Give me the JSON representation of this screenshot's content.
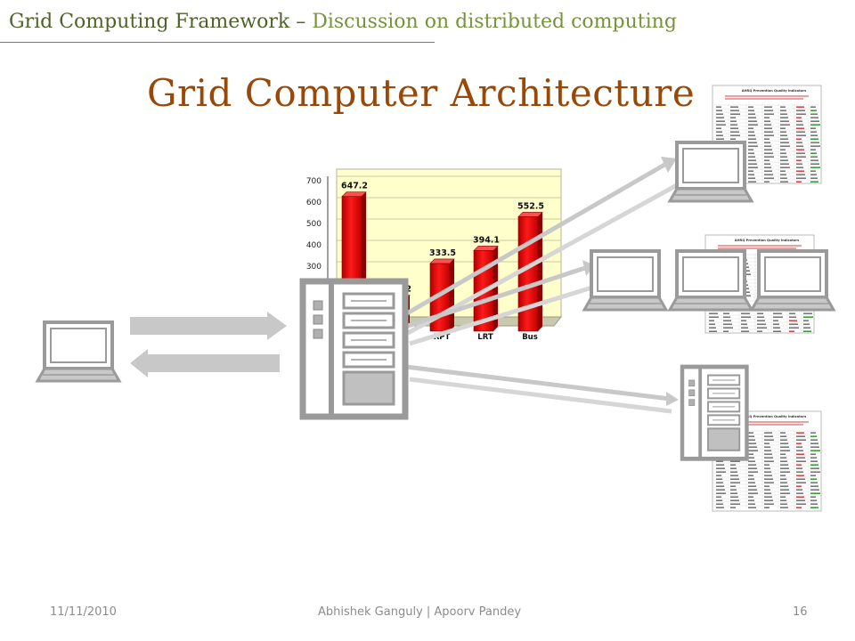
{
  "header": {
    "title": "Grid Computing Framework",
    "separator": " – ",
    "subtitle": "Discussion on distributed computing"
  },
  "slide": {
    "title": "Grid Computer Architecture"
  },
  "footer": {
    "date": "11/11/2010",
    "authors": "Abhishek Ganguly | Apoorv Pandey",
    "page": "16"
  },
  "colors": {
    "header_title": "#4f6228",
    "header_subtitle": "#77933c",
    "slide_title": "#984807",
    "device_gray": "#9a9a9a",
    "arrow_gray": "#c8c8c8",
    "bar_red": "#e00000",
    "chart_bg": "#ffffcc"
  },
  "icons": [
    "laptop-icon",
    "server-rack-icon",
    "spreadsheet-icon",
    "arrow-icon"
  ],
  "chart_data": {
    "type": "bar",
    "categories": [
      "",
      "",
      "RPT",
      "LRT",
      "Bus"
    ],
    "values": [
      647.2,
      164.2,
      333.5,
      394.1,
      552.5
    ],
    "value_labels": [
      "647.2",
      "164.2",
      "333.5",
      "394.1",
      "552.5"
    ],
    "y_ticks": [
      "700",
      "600",
      "500",
      "400",
      "300"
    ],
    "ylim": [
      0,
      700
    ],
    "grid": true
  },
  "spreadsheets": [
    {
      "title": "AHRQ Prevention Quality Indicators"
    },
    {
      "title": "AHRQ Prevention Quality Indicators"
    },
    {
      "title": "AHRQ Prevention Quality Indicators"
    }
  ]
}
